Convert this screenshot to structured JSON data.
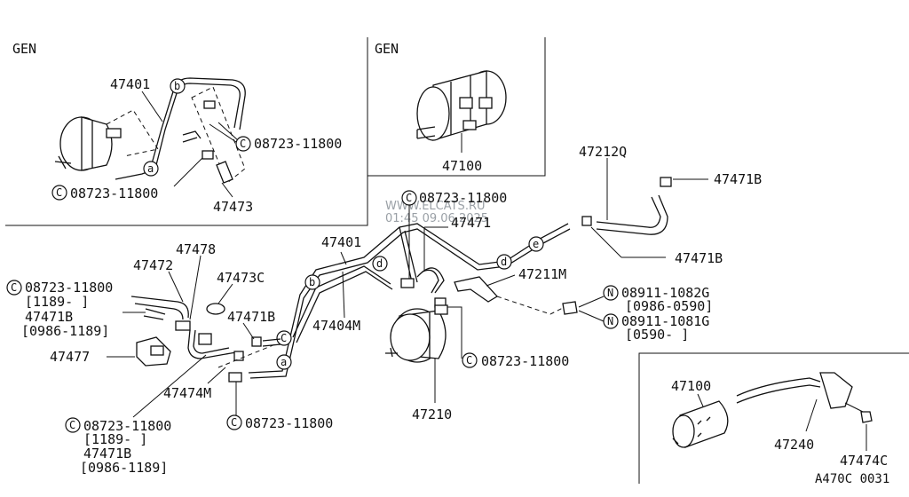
{
  "boxes": {
    "top_left_label": "GEN",
    "top_mid_label": "GEN"
  },
  "labels": {
    "p47401_a": "47401",
    "c08723_11800_a": "08723-11800",
    "c08723_11800_b": "08723-11800",
    "p47473": "47473",
    "p47100_a": "47100",
    "p47212Q": "47212Q",
    "p47471B_a": "47471B",
    "p47471B_b": "47471B",
    "c08723_11800_c": "08723-11800",
    "p47471": "47471",
    "p47401_b": "47401",
    "p47478": "47478",
    "p47472": "47472",
    "p47473C": "47473C",
    "c08723_11800_d": "08723-11800",
    "d_1189": "[1189-      ]",
    "p47471B_c": "47471B",
    "d_0986_1189_a": "[0986-1189]",
    "p47471B_d": "47471B",
    "p47404M": "47404M",
    "p47211M": "47211M",
    "n08911_1082G": "08911-1082G",
    "d_0986_0590": "[0986-0590]",
    "n08911_1081G": "08911-1081G",
    "d_0590": "[0590-     ]",
    "p47477": "47477",
    "p47474M": "47474M",
    "c08723_11800_e": "08723-11800",
    "c08723_11800_f": "08723-11800",
    "p47210": "47210",
    "c08723_11800_g": "08723-11800",
    "d_1189_b": "[1189-     ]",
    "p47471B_e": "47471B",
    "d_0986_1189_b": "[0986-1189]",
    "p47100_b": "47100",
    "p47240": "47240",
    "p47474C": "47474C",
    "ref_code": "A470C 0031"
  },
  "symbols": {
    "c": "C",
    "n": "N",
    "a": "a",
    "b": "b",
    "d": "d",
    "e": "e"
  },
  "watermark": {
    "line1": "WWW.ELCATS.RU",
    "line2": "01:45 09.06.2025"
  }
}
